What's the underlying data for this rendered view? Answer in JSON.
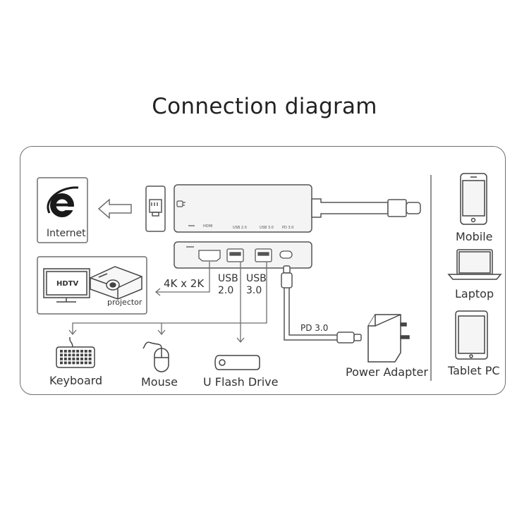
{
  "title": "Connection diagram",
  "labels": {
    "internet": "Internet",
    "hdtv": "HDTV",
    "projector": "projector",
    "resolution": "4K x 2K",
    "usb2_line1": "USB",
    "usb2_line2": "2.0",
    "usb3_line1": "USB",
    "usb3_line2": "3.0",
    "pd": "PD 3.0",
    "keyboard": "Keyboard",
    "mouse": "Mouse",
    "flash_drive": "U Flash Drive",
    "power_adapter": "Power Adapter",
    "mobile": "Mobile",
    "laptop": "Laptop",
    "tablet": "Tablet PC"
  },
  "port_marks": {
    "hdmi": "HDMI",
    "usb2": "USB 2.0",
    "usb3": "USB 3.0",
    "pd": "PD 3.0"
  },
  "colors": {
    "line": "#6e6e6e",
    "device_fill": "#f7f7f7",
    "hub_fill": "#f4f4f4",
    "text": "#333333"
  }
}
